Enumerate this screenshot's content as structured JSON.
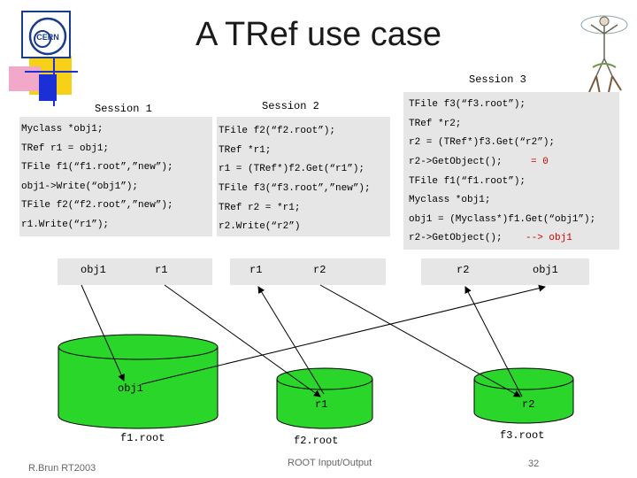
{
  "title": "A TRef  use case",
  "session1": {
    "heading": "Session 1",
    "lines": [
      "Myclass *obj1;",
      "TRef r1 = obj1;",
      "TFile f1(“f1.root”,”new”);",
      "obj1->Write(“obj1”);",
      "TFile f2(“f2.root”,”new”);",
      "r1.Write(“r1”);"
    ],
    "box_labels": [
      "obj1",
      "r1"
    ]
  },
  "session2": {
    "heading": "Session 2",
    "lines": [
      "TFile f2(“f2.root”);",
      "TRef *r1;",
      "r1 = (TRef*)f2.Get(“r1”);",
      "TFile f3(“f3.root”,”new”);",
      "TRef r2 = *r1;",
      "r2.Write(“r2”)"
    ],
    "box_labels": [
      "r1",
      "r2"
    ]
  },
  "session3": {
    "heading": "Session 3",
    "lines": [
      "TFile f3(“f3.root”);",
      "TRef *r2;",
      "r2 = (TRef*)f3.Get(“r2”);",
      "r2->GetObject();",
      "TFile f1(“f1.root”);",
      "Myclass *obj1;",
      "obj1 = (Myclass*)f1.Get(“obj1”);",
      "r2->GetObject();"
    ],
    "annotations": [
      "= 0",
      "--> obj1"
    ],
    "box_labels": [
      "r2",
      "obj1"
    ]
  },
  "files": [
    {
      "name": "f1.root",
      "content": "obj1"
    },
    {
      "name": "f2.root",
      "content": "r1"
    },
    {
      "name": "f3.root",
      "content": "r2"
    }
  ],
  "footer": {
    "author": "R.Brun RT2003",
    "section": "ROOT Input/Output",
    "page": "32"
  },
  "colors": {
    "panel": "#e6e6e6",
    "cylinder": "#2bd62b",
    "accent_red": "#cc0000",
    "logo_blue": "#1a3c8c",
    "deco_yellow": "#f7d018",
    "deco_blue": "#1a2fd6",
    "deco_pink": "#f2a8c8"
  }
}
